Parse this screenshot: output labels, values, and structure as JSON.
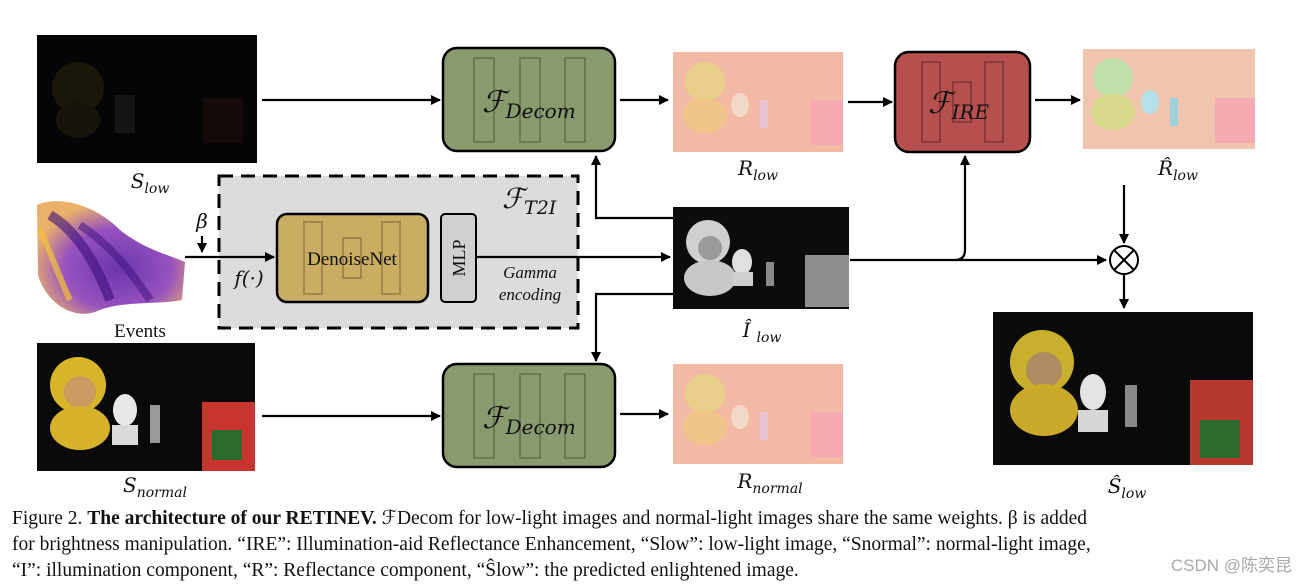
{
  "diagram": {
    "labels": {
      "s_low": {
        "base": "S",
        "sub": "low"
      },
      "r_low": {
        "base": "R",
        "sub": "low"
      },
      "r_hat_low": {
        "base": "R̂",
        "sub": "low"
      },
      "events": "Events",
      "beta": "β",
      "f_dot": "f(·)",
      "i_hat_low": {
        "base": "Î",
        "sub": "low"
      },
      "s_normal": {
        "base": "S",
        "sub": "normal"
      },
      "r_normal": {
        "base": "R",
        "sub": "normal"
      },
      "s_hat_low": {
        "base": "Ŝ",
        "sub": "low"
      }
    },
    "modules": {
      "decom_top": {
        "symbol": "ℱ",
        "sub": "Decom"
      },
      "ire": {
        "symbol": "ℱ",
        "sub": "IRE"
      },
      "t2i": {
        "symbol": "ℱ",
        "sub": "T2I"
      },
      "denoisenet": "DenoiseNet",
      "mlp": "MLP",
      "gamma_line1": "Gamma",
      "gamma_line2": "encoding",
      "decom_bottom": {
        "symbol": "ℱ",
        "sub": "Decom"
      }
    },
    "otimes": "⊗",
    "colors": {
      "decom": "#8a9a6f",
      "ire": "#b5504e",
      "denoise": "#c9ad63",
      "t2i_bg": "#dcdcdc"
    }
  },
  "caption": {
    "fig_label": "Figure 2.",
    "bold_title": "The architecture of our RETINEV.",
    "line1_rest": " ℱDecom for low-light images and normal-light images share the same weights. β is added",
    "line2": "for brightness manipulation. “IRE”: Illumination-aid Reflectance Enhancement, “Slow”: low-light image, “Snormal”: normal-light image,",
    "line3": "“I”: illumination component, “R”: Reflectance component, “Ŝlow”: the predicted enlightened image."
  },
  "watermark": "CSDN @陈奕昆"
}
